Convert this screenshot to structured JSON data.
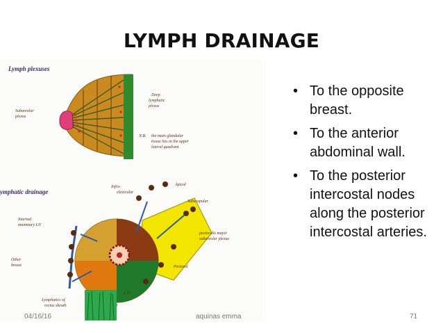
{
  "slide": {
    "title": "LYMPH DRAINAGE",
    "bullets": [
      "To the opposite breast.",
      "To the anterior abdominal wall.",
      "To the posterior intercostal nodes along the posterior intercostal arteries."
    ],
    "bullet_symbol": "•",
    "footer": {
      "date": "04/16/16",
      "author": "aquinas emma",
      "page": "71"
    }
  },
  "figure": {
    "top_caption": "Lymph plexuses",
    "bottom_caption": "ymphatic drainage",
    "labels": {
      "subareolar": "Subareolar",
      "plexus": "plexus",
      "deep": "Deep",
      "lymphatic": "lymphatic",
      "plexus2": "plexus",
      "nb": "N.B.",
      "nb_text1": "the main glandular",
      "nb_text2": "tissue lies in the upper",
      "nb_text3": "lateral quadrant",
      "apical": "Apical",
      "infra": "Infra-",
      "clavicular": "clavicular",
      "subscapular": "Subscapular",
      "internal": "Internal",
      "mammary": "mammary LN",
      "other": "Other",
      "breast": "breast",
      "pectoralis1": "pectoralis major",
      "pectoralis2": "subareolar plexus",
      "pectoral": "Pectoral",
      "lymphatics1": "Lymphatics of",
      "lymphatics2": "rectus sheath",
      "lg": "L.G."
    },
    "colors": {
      "breast_orange": "#c98a1f",
      "nipple_pink": "#e0407a",
      "green": "#1e8a2a",
      "brown": "#8a3b12",
      "yellow": "#f2e600",
      "blue": "#2c5aa8"
    }
  }
}
